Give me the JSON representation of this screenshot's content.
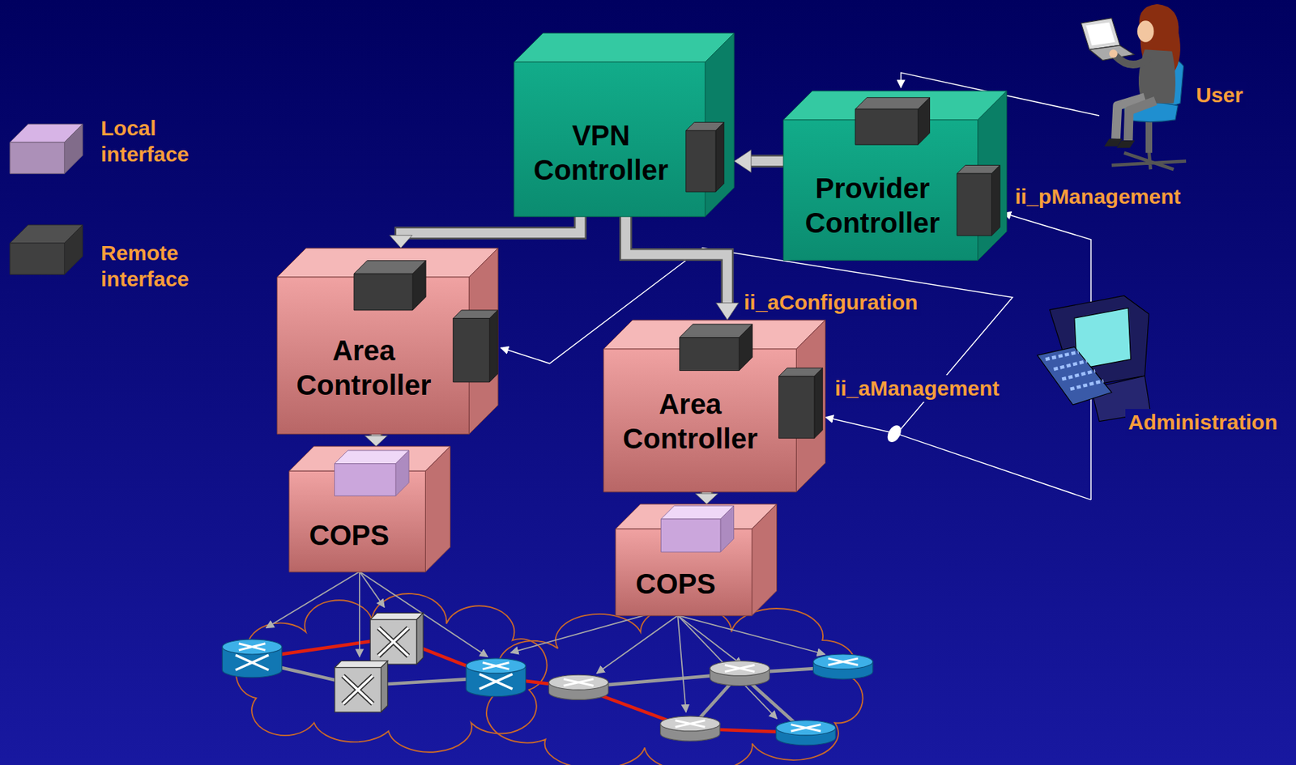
{
  "diagram": {
    "nodes": [
      {
        "text": [
          "VPN Controller"
        ]
      },
      {
        "text": [
          "Provider Controller"
        ]
      },
      {
        "text": [
          "Area Controller"
        ]
      },
      {
        "text": [
          "Area Controller"
        ]
      },
      {
        "text": [
          "COPS"
        ]
      },
      {
        "text": [
          "COPS"
        ]
      }
    ],
    "edges": [
      {
        "from": 1,
        "to": 0,
        "arrow": "to"
      },
      {
        "from": 0,
        "to": 2,
        "arrow": "to"
      },
      {
        "from": 0,
        "to": 3,
        "arrow": "to"
      },
      {
        "from": 2,
        "to": 4,
        "arrow": "to"
      },
      {
        "from": 3,
        "to": 5,
        "arrow": "to"
      }
    ],
    "labels": [
      "User",
      "ii_pManagement",
      "ii_aConfiguration",
      "ii_aManagement",
      "Administration"
    ],
    "legend": [
      {
        "text": "Local interface",
        "color": "#d7b4e6"
      },
      {
        "text": "Remote interface",
        "color": "#505050"
      }
    ]
  }
}
